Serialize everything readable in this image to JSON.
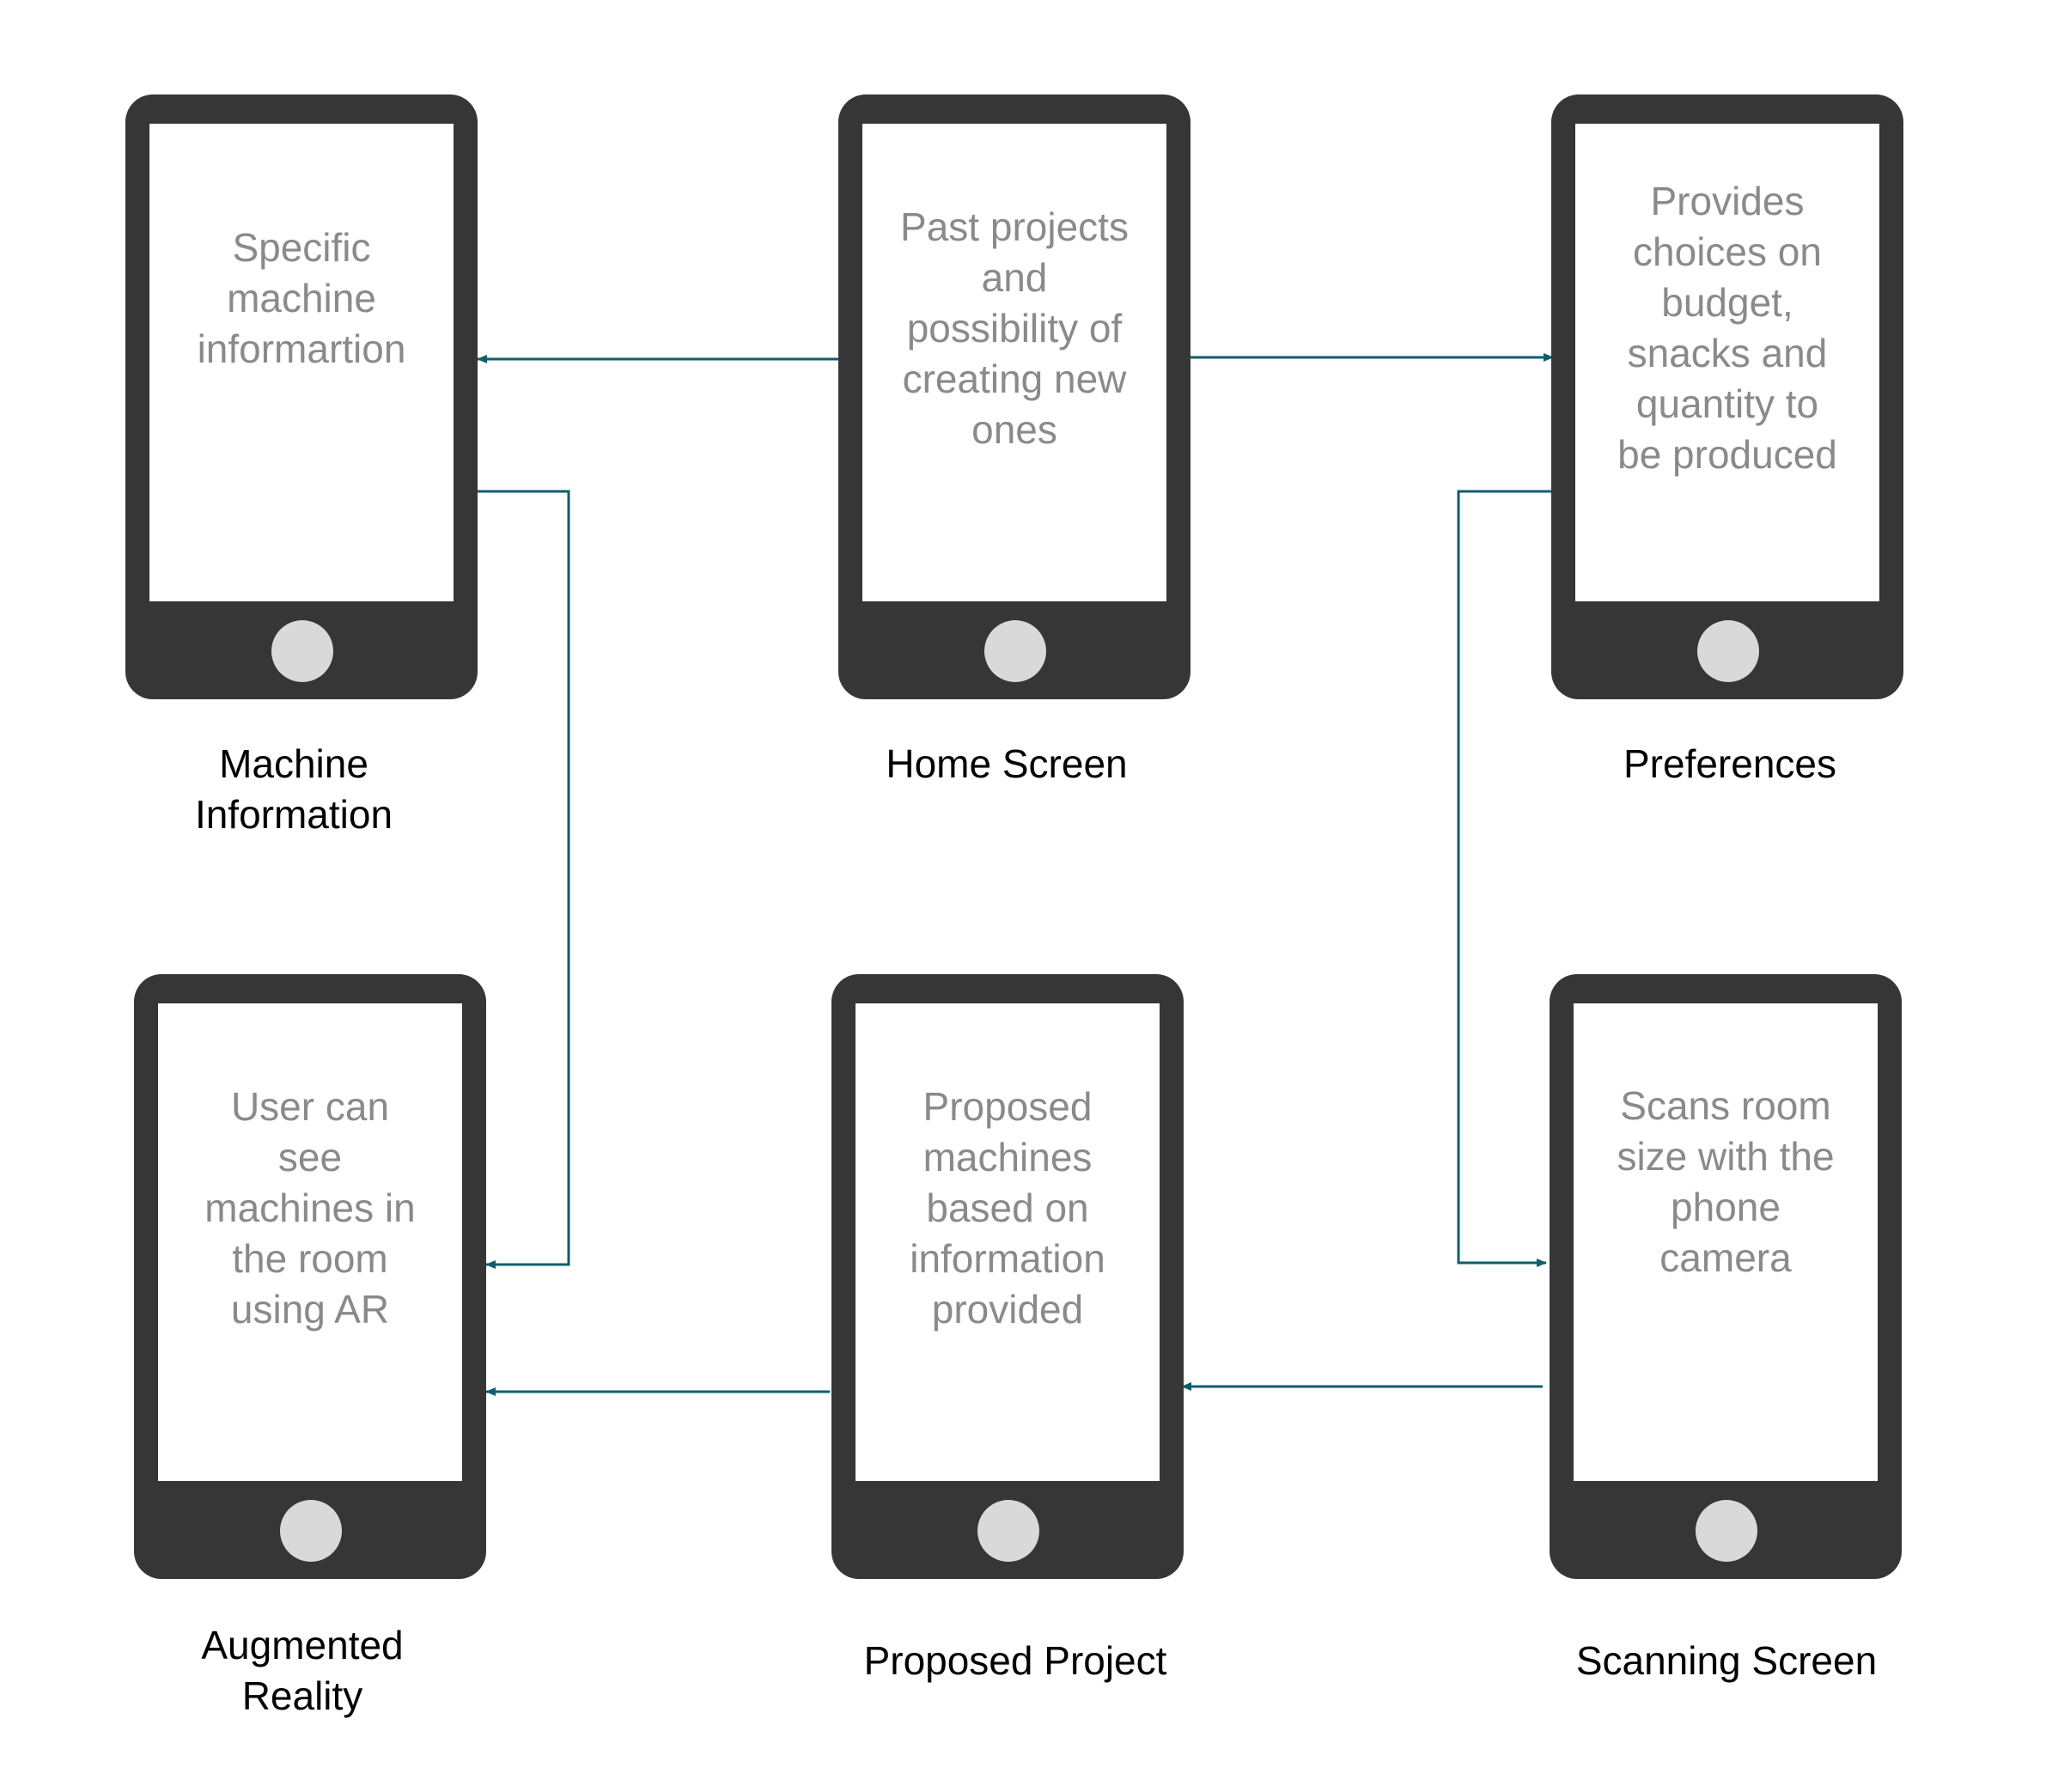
{
  "screens": [
    {
      "id": "machine-information",
      "caption": "Machine\nInformation",
      "text": "Specific\nmachine\ninformartion"
    },
    {
      "id": "home-screen",
      "caption": "Home Screen",
      "text": "Past projects\nand\npossibility of\ncreating new\nones"
    },
    {
      "id": "preferences",
      "caption": "Preferences",
      "text": "Provides\nchoices on\nbudget,\nsnacks and\nquantity to\nbe produced"
    },
    {
      "id": "augmented-reality",
      "caption": "Augmented\nReality",
      "text": "User can\nsee\nmachines in\nthe room\nusing AR"
    },
    {
      "id": "proposed-project",
      "caption": "Proposed Project",
      "text": "Proposed\nmachines\nbased on\ninformation\nprovided"
    },
    {
      "id": "scanning-screen",
      "caption": "Scanning Screen",
      "text": "Scans room\nsize with the\nphone\ncamera"
    }
  ],
  "connections": [
    {
      "from": "home-screen",
      "to": "machine-information"
    },
    {
      "from": "home-screen",
      "to": "preferences"
    },
    {
      "from": "machine-information",
      "to": "augmented-reality"
    },
    {
      "from": "preferences",
      "to": "scanning-screen"
    },
    {
      "from": "scanning-screen",
      "to": "proposed-project"
    },
    {
      "from": "proposed-project",
      "to": "augmented-reality"
    }
  ],
  "colors": {
    "phone_body": "#363636",
    "screen": "#ffffff",
    "home_button": "#d9d9d9",
    "screen_text": "#8a8a8a",
    "caption_text": "#000000",
    "connector": "#0f5e6b"
  }
}
